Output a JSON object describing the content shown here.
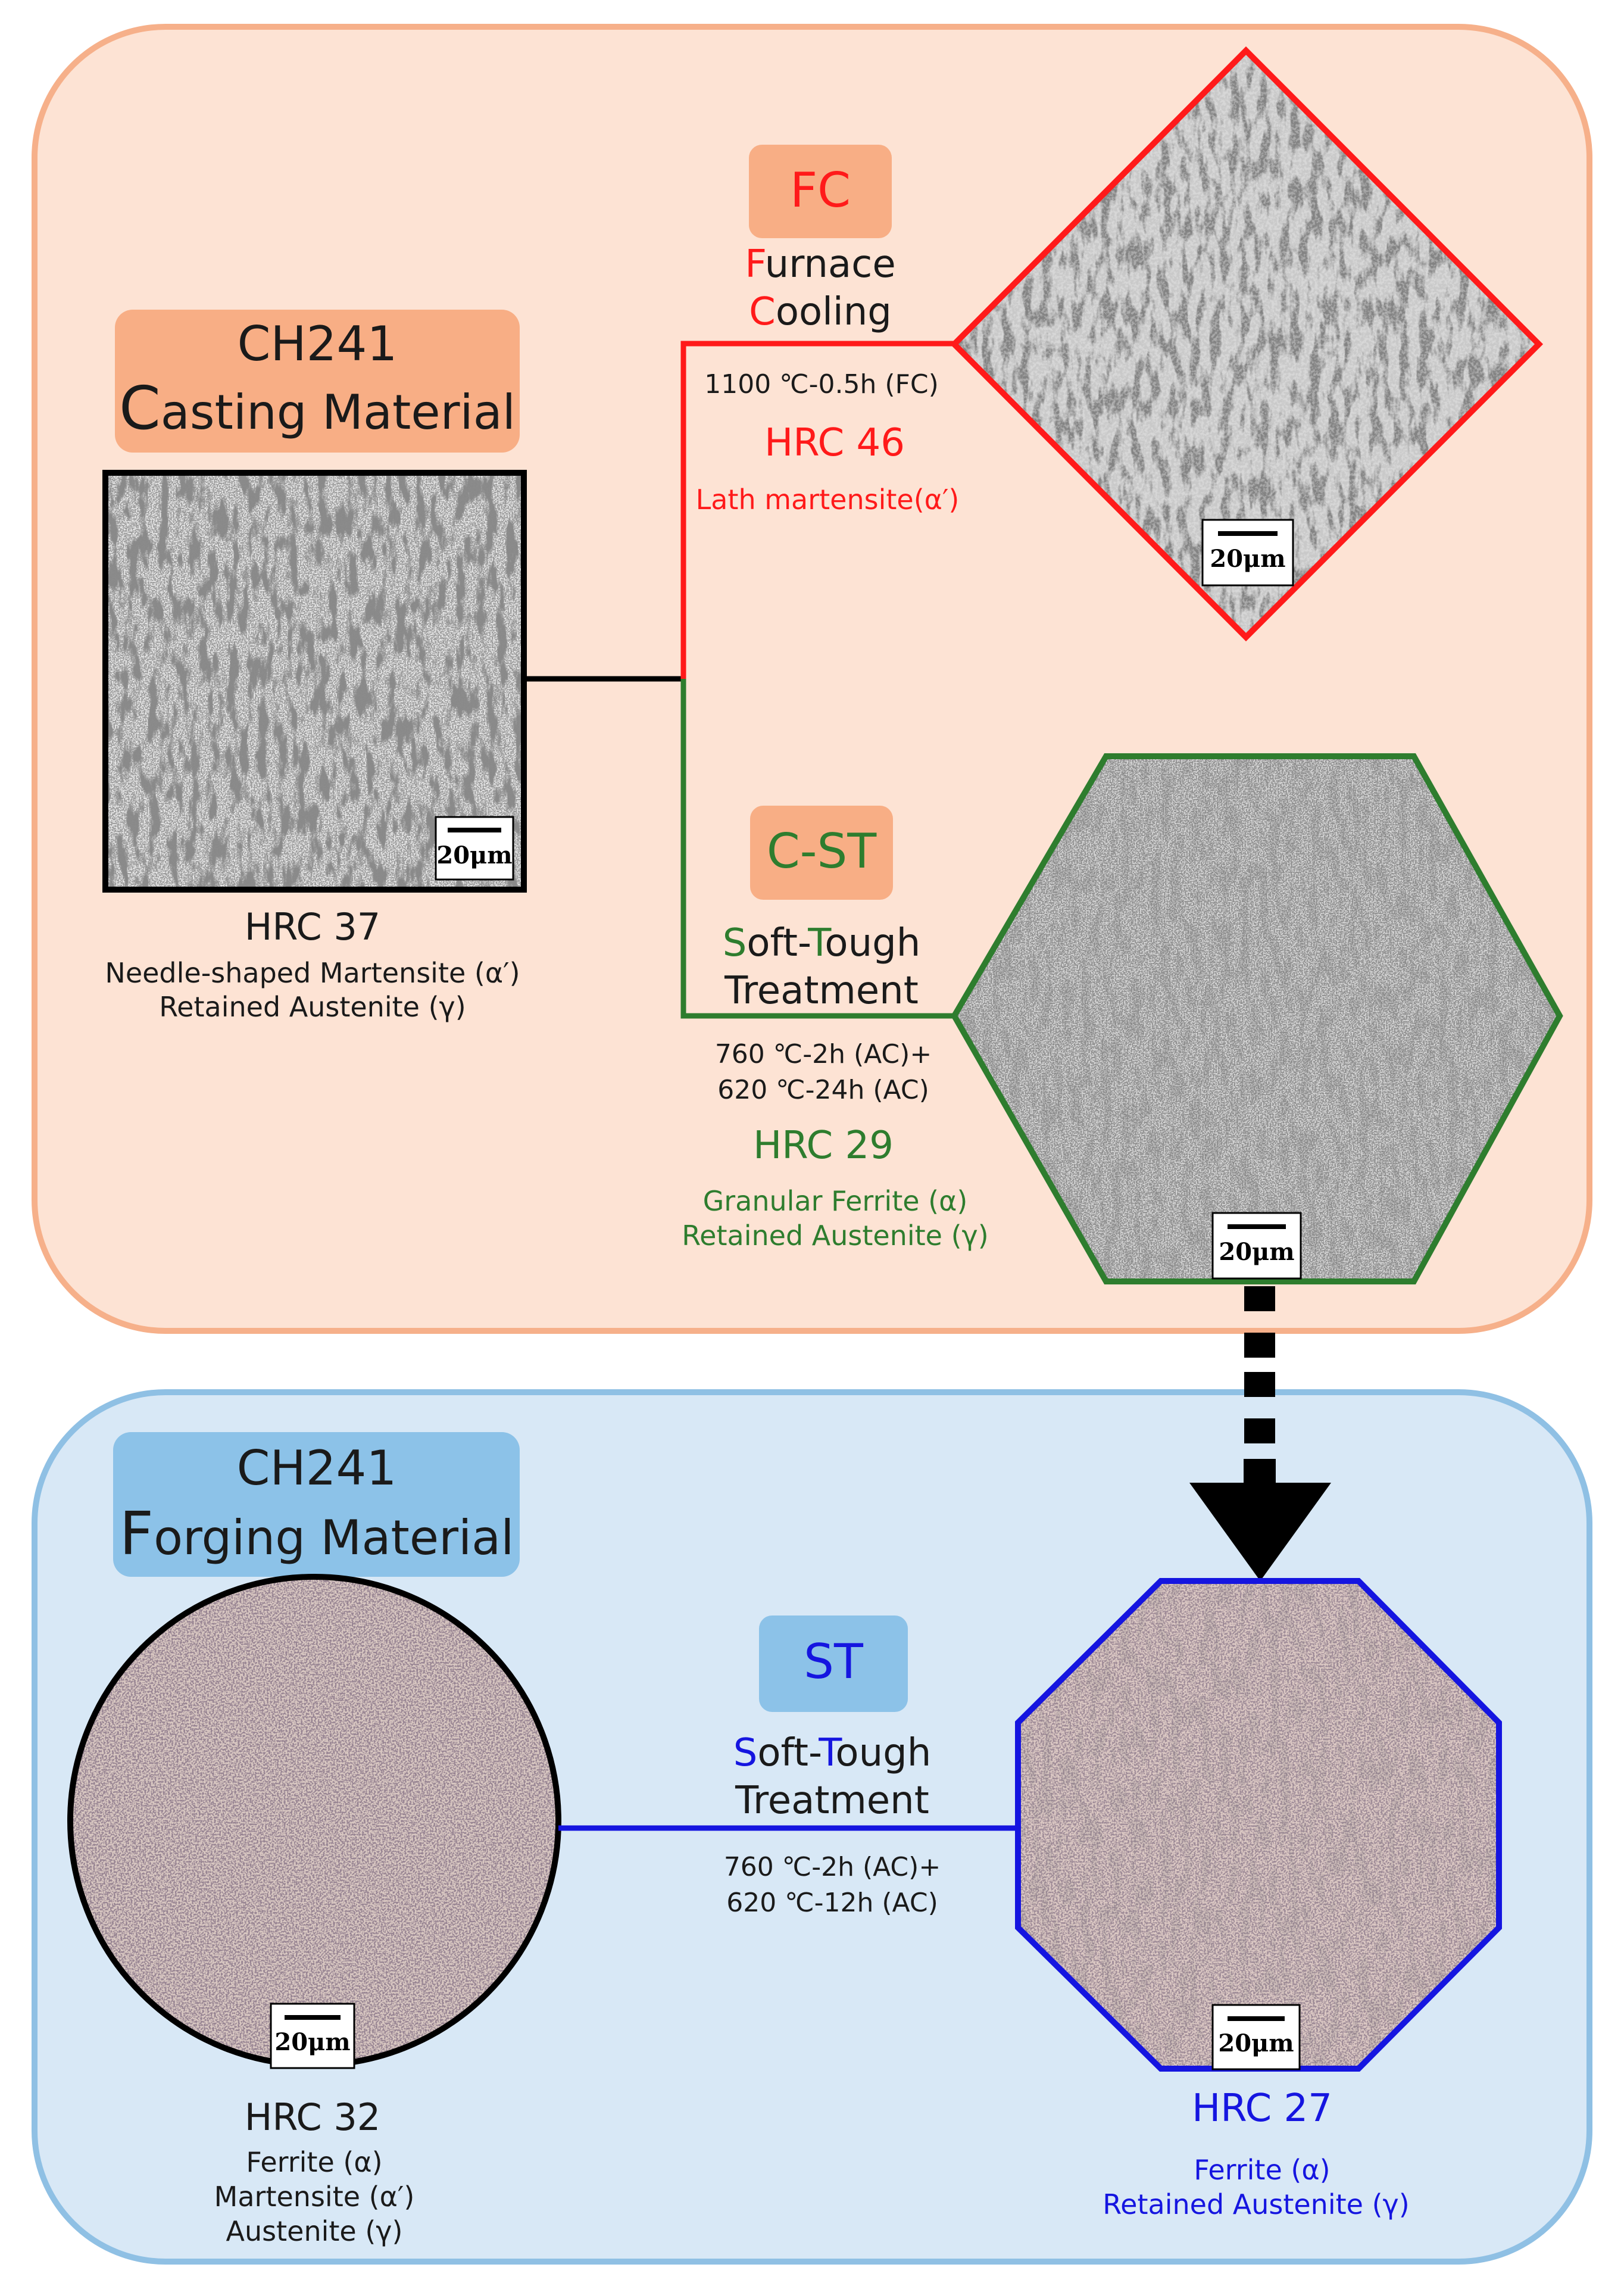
{
  "colors": {
    "casting_panel_fill": "#fde3d4",
    "casting_panel_border": "#f6b08a",
    "forging_panel_fill": "#d8e8f6",
    "forging_panel_border": "#8fc0e4",
    "casting_tag_fill": "#f8ae85",
    "forging_tag_fill": "#8cc2e8",
    "fc_red": "#ff1a1a",
    "cst_green": "#2e7d2e",
    "st_blue": "#1515e0",
    "text_dark": "#1a1a1a"
  },
  "casting": {
    "tag_line1": "CH241",
    "tag_line2_initial": "C",
    "tag_line2_rest": "asting Material",
    "hardness": "HRC 37",
    "phase1": "Needle-shaped Martensite (α′)",
    "phase2": "Retained Austenite (γ)",
    "scale_bar": "20μm"
  },
  "fc": {
    "tag": "FC",
    "name1_initial": "F",
    "name1_rest": "urnace",
    "name2_initial": "C",
    "name2_rest": "ooling",
    "condition": "1100 ℃-0.5h (FC)",
    "hardness": "HRC 46",
    "phase": "Lath martensite(α′)",
    "scale_bar": "20μm"
  },
  "cst": {
    "tag": "C-ST",
    "name1_initial_a": "S",
    "name1_mid": "oft-",
    "name1_initial_b": "T",
    "name1_rest": "ough",
    "name2": "Treatment",
    "condition1": "760 ℃-2h (AC)+",
    "condition2": "620 ℃-24h (AC)",
    "hardness": "HRC 29",
    "phase1": "Granular Ferrite (α)",
    "phase2": "Retained Austenite (γ)",
    "scale_bar": "20μm"
  },
  "forging": {
    "tag_line1": "CH241",
    "tag_line2_initial": "F",
    "tag_line2_rest": "orging Material",
    "hardness": "HRC 32",
    "phase1": "Ferrite (α)",
    "phase2": "Martensite (α′)",
    "phase3": "Austenite (γ)",
    "scale_bar": "20μm"
  },
  "st": {
    "tag": "ST",
    "name1_initial_a": "S",
    "name1_mid": "oft-",
    "name1_initial_b": "T",
    "name1_rest": "ough",
    "name2": "Treatment",
    "condition1": "760 ℃-2h (AC)+",
    "condition2": "620 ℃-12h (AC)",
    "hardness": "HRC 27",
    "phase1": "Ferrite (α)",
    "phase2": "Retained Austenite (γ)",
    "scale_bar": "20μm"
  }
}
